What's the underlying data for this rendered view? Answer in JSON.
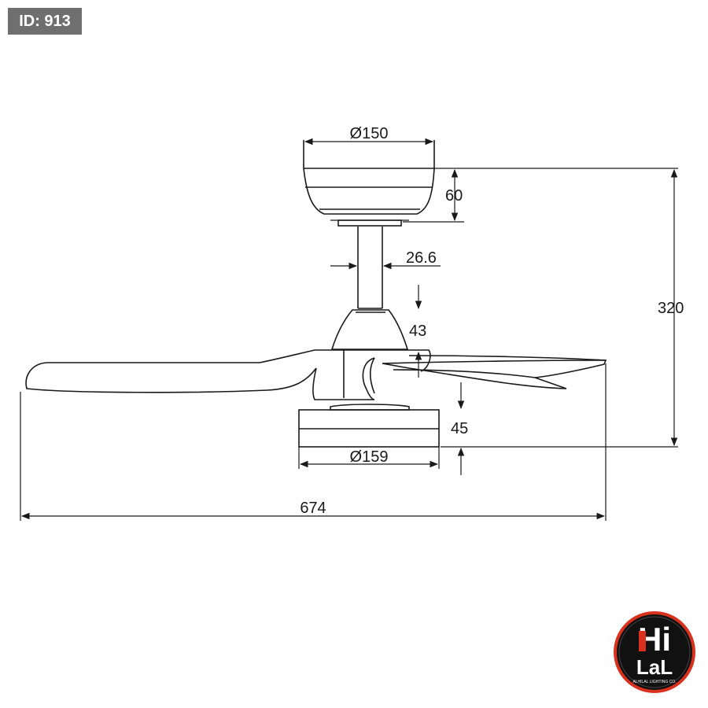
{
  "badge": {
    "id_label": "ID: 913"
  },
  "dimensions": {
    "canopy_diameter": "Ø150",
    "canopy_height": "60",
    "downrod_diameter": "26.6",
    "motor_cap_height": "43",
    "total_height": "320",
    "light_height": "45",
    "light_diameter": "Ø159",
    "blade_span": "674"
  },
  "logo": {
    "top": "Hi",
    "bottom": "LaL",
    "tagline": "ALHILAL LIGHTING CO.",
    "colors": {
      "ring": "#d8321e",
      "fill": "#111111",
      "text": "#ffffff"
    }
  },
  "colors": {
    "line": "#1a1a1a",
    "badge_bg": "#6f6f6f",
    "background": "#ffffff"
  }
}
